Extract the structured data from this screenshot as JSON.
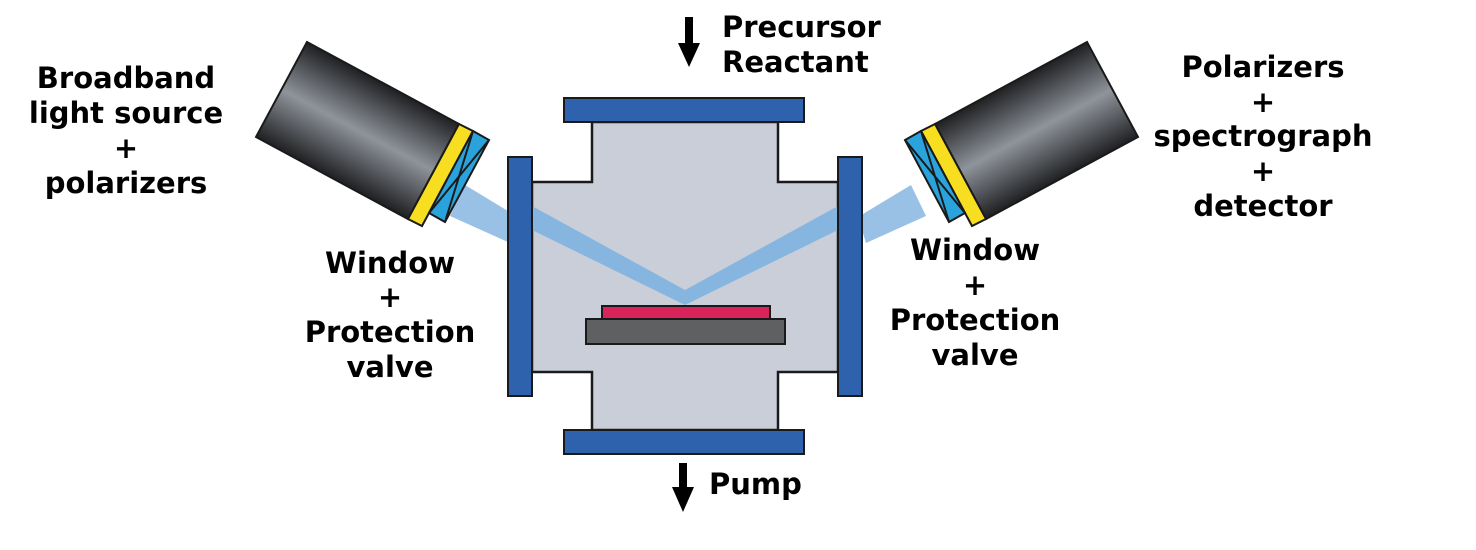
{
  "labels": {
    "source": {
      "line1": "Broadband",
      "line2": "light source",
      "line3": "+",
      "line4": "polarizers"
    },
    "detector": {
      "line1": "Polarizers",
      "line2": "+",
      "line3": "spectrograph",
      "line4": "+",
      "line5": "detector"
    },
    "inlet": {
      "line1": "Precursor",
      "line2": "Reactant"
    },
    "outlet": "Pump",
    "window_left": {
      "line1": "Window",
      "line2": "+",
      "line3": "Protection",
      "line4": "valve"
    },
    "window_right": {
      "line1": "Window",
      "line2": "+",
      "line3": "Protection",
      "line4": "valve"
    }
  },
  "colors": {
    "chamber": "#c9ced9",
    "flange": "#2e62ad",
    "beam": "#86b6e0",
    "tube_mid": "#8c9198",
    "tube_edge": "#26272a",
    "collar": "#f8de20",
    "polarizer": "#2aa3dd",
    "sample": "#d8245a",
    "stage": "#5e6062",
    "outline": "#1a1a1a"
  }
}
